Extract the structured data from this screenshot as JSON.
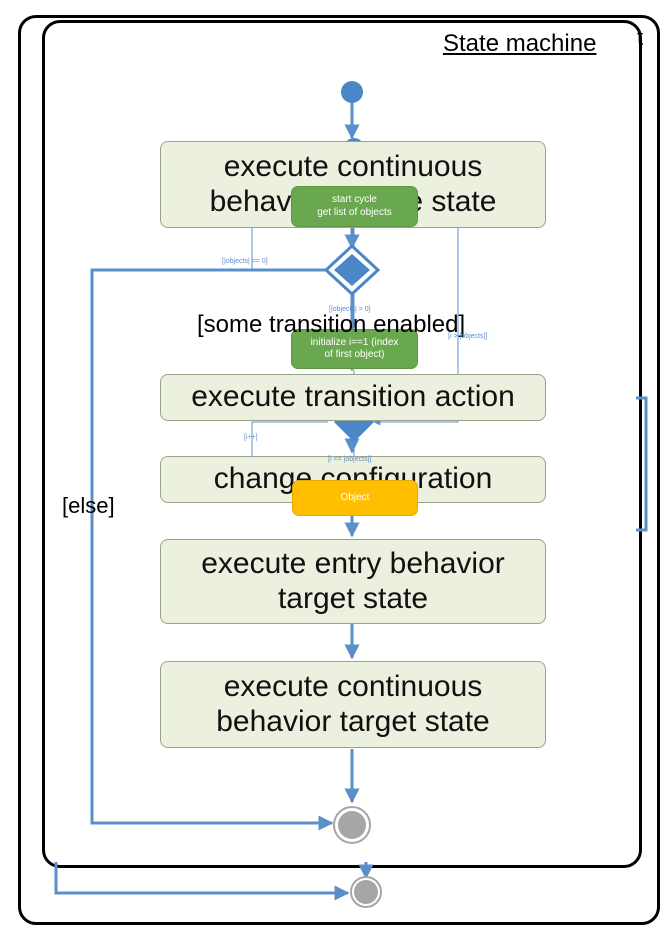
{
  "title": "State machine",
  "title_fragment": "t",
  "actions": {
    "exec_continuous_source": "execute continuous behavior source state",
    "exec_transition_action": "execute transition action",
    "change_configuration": "change configuration",
    "exec_entry_target": [
      "execute entry behavior",
      "target state"
    ],
    "exec_continuous_target": [
      "execute continuous",
      "behavior target state"
    ]
  },
  "overlay": {
    "start_cycle": [
      "start cycle",
      "get list of objects"
    ],
    "initialize": [
      "initialize i==1 (index",
      "of first object)"
    ],
    "object": "Object"
  },
  "guards": {
    "some_transition_enabled": "[some transition enabled]",
    "else": "[else]",
    "objects_empty": "[|objects| == 0]",
    "objects_nonempty": "[|objects| > 0]",
    "i_gt_objects": "[i > |objects|]",
    "i_increment": "[i++]",
    "i_le_objects": "[i <= |objects|]"
  },
  "colors": {
    "flow": "#5b8fc9",
    "diamond": "#4a86c8",
    "action_fill": "#ebf1de",
    "green_node": "#6aa84f",
    "object_node": "#ffbf00",
    "final_node": "#a6a6a6"
  }
}
